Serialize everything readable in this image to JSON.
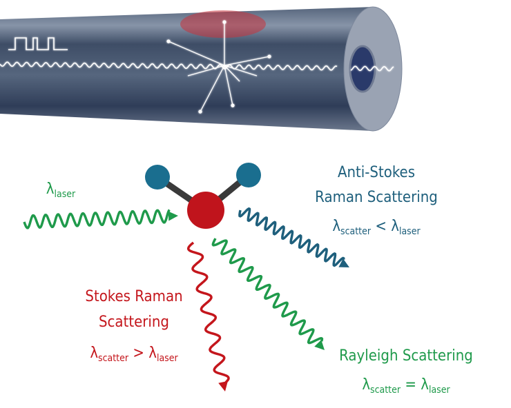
{
  "colors": {
    "laser": "#1f9a4b",
    "anti_stokes": "#1e5f7c",
    "stokes": "#c4161c",
    "rayleigh": "#1f9a4b",
    "tube": "#3b4a63",
    "oxygen": "#c0141c",
    "hydrogen": "#1a6e8f"
  },
  "incident": {
    "symbol": "λ",
    "sub": "laser"
  },
  "anti_stokes": {
    "title_1": "Anti-Stokes",
    "title_2": "Raman Scattering",
    "sym1": "λ",
    "sub1": "scatter",
    "relation": "<",
    "sym2": "λ",
    "sub2": "laser"
  },
  "stokes": {
    "title_1": "Stokes Raman",
    "title_2": "Scattering",
    "sym1": "λ",
    "sub1": "scatter",
    "relation": ">",
    "sym2": "λ",
    "sub2": "laser"
  },
  "rayleigh": {
    "title_1": "Rayleigh Scattering",
    "sym1": "λ",
    "sub1": "scatter",
    "relation": "=",
    "sym2": "λ",
    "sub2": "laser"
  }
}
